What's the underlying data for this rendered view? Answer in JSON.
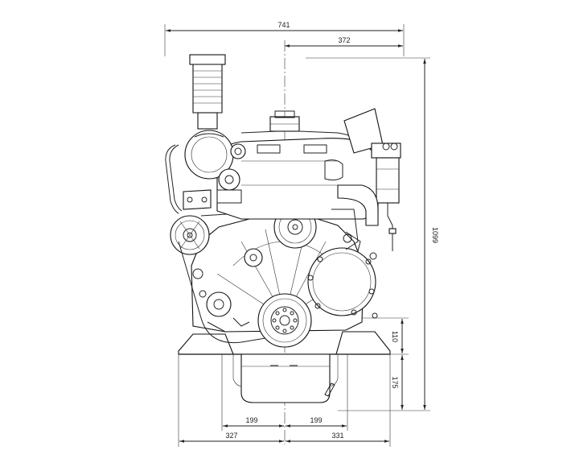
{
  "dimensions": {
    "overall_width": "741",
    "right_half_width": "372",
    "overall_height": "1099",
    "lower_height_110": "110",
    "lower_height_175": "175",
    "left_inner_width": "199",
    "right_inner_width": "199",
    "left_outer_width": "327",
    "right_outer_width": "331"
  },
  "colors": {
    "line": "#222222",
    "background": "#ffffff"
  }
}
